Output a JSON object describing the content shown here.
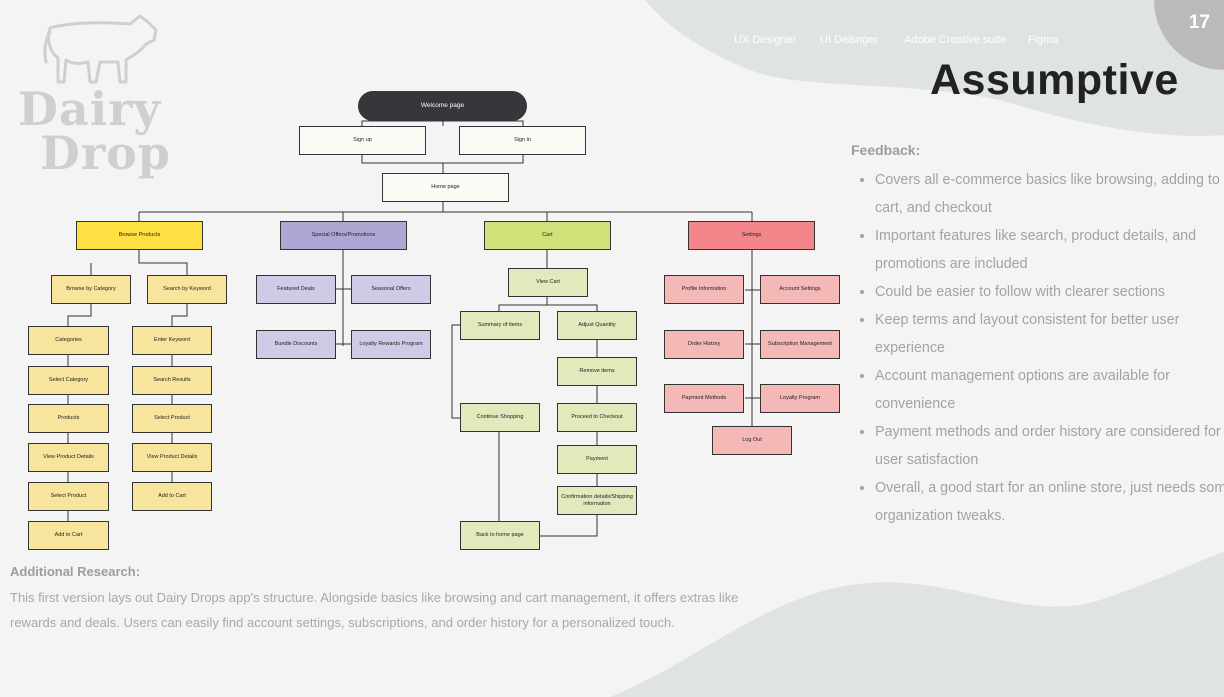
{
  "nav": {
    "items": [
      "UX Designer",
      "UI Deisnger",
      "Adobe Creative suite",
      "Figma"
    ],
    "page_number": "17"
  },
  "logo": {
    "line1": "Dairy",
    "line2": "Drop"
  },
  "title": "Assumptive",
  "feedback": {
    "heading": "Feedback:",
    "items": [
      "Covers all e-commerce basics like browsing, adding to cart, and checkout",
      "Important features like search, product details, and promotions are included",
      "Could be easier to follow with clearer sections",
      "Keep terms and layout consistent for better user experience",
      "Account management options are available for convenience",
      "Payment methods and order history are considered for user satisfaction",
      "Overall, a good start for an online store, just needs some organization tweaks."
    ]
  },
  "research": {
    "heading": "Additional Research:",
    "body": "This first version lays out Dairy Drops app's structure. Alongside basics like browsing and cart management, it offers extras like rewards and deals. Users can easily find account settings, subscriptions, and order history for a personalized touch."
  },
  "colors": {
    "dark": "#36373b",
    "yellow_main": "#ffe043",
    "yellow": "#f7e49d",
    "purple_main": "#aca8d3",
    "purple": "#cdcbe6",
    "green_main": "#d2e079",
    "green": "#e2e9bd",
    "red_main": "#f4868b",
    "red": "#f4b8b7",
    "background": "#f4f4f4",
    "blob": "#dfe4e2",
    "page_badge": "#bcb9b9"
  },
  "sitemap": {
    "welcome": "Welcome page",
    "sign_up": "Sign up",
    "sign_in": "Sign in",
    "home": "Home page",
    "browse": {
      "label": "Browse Products",
      "by_category": "Browse by Category",
      "by_keyword": "Search by Keyword",
      "category_flow": [
        "Categories",
        "Select Category",
        "Products",
        "View Product Details",
        "Select Product",
        "Add to Cart"
      ],
      "keyword_flow": [
        "Enter Keyword",
        "Search Results",
        "Select Product",
        "View Product Details",
        "Add to Cart"
      ]
    },
    "offers": {
      "label": "Special Offers/Promotions",
      "items": [
        "Featured Deals",
        "Seasonal Offers",
        "Bundle Discounts",
        "Loyalty Rewards Program"
      ]
    },
    "cart": {
      "label": "Cart",
      "view_cart": "View Cart",
      "summary": "Summary of items",
      "adjust": "Adjust Quantity",
      "remove": "Remove items",
      "continue": "Continue Shopping",
      "checkout": "Proceed to Checkout",
      "payment": "Payment",
      "confirmation": "Confirmation details/Shipping information",
      "back_home": "Back to home page"
    },
    "settings": {
      "label": "Settings",
      "items": [
        "Profile Information",
        "Account Settings",
        "Order History",
        "Subscription Management",
        "Payment Methods",
        "Loyalty Program",
        "Log Out"
      ]
    }
  }
}
